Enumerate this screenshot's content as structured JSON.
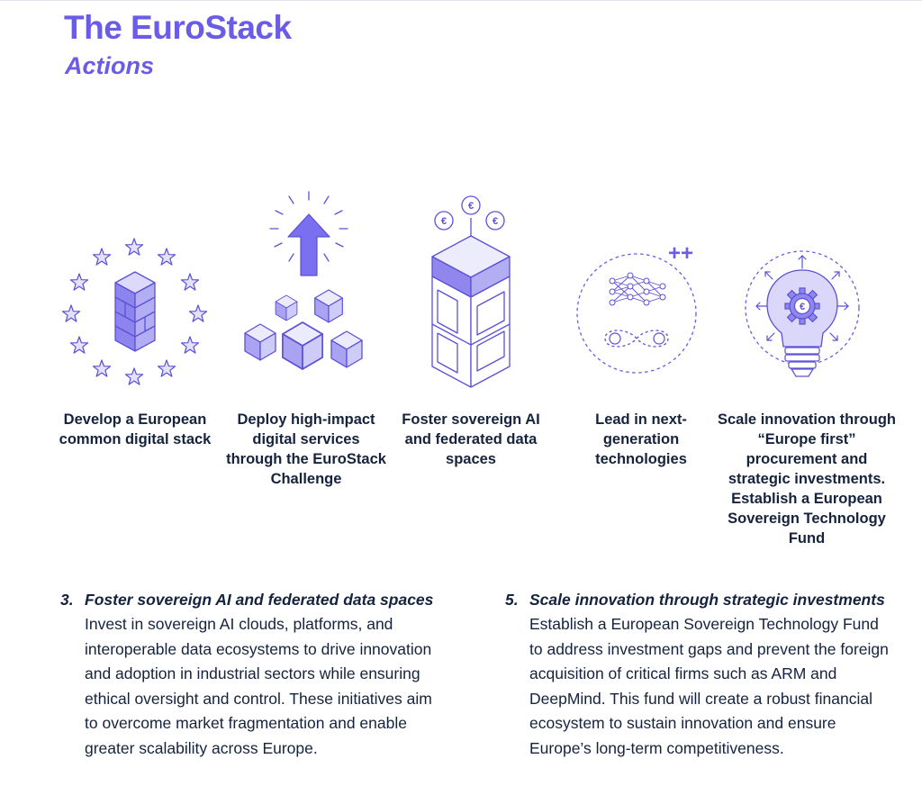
{
  "header": {
    "title": "The EuroStack",
    "subtitle": "Actions"
  },
  "actions": [
    {
      "caption": "Develop a European common digital stack",
      "icon": "server-stars-icon"
    },
    {
      "caption": "Deploy high-impact digital services through the EuroStack Challenge",
      "icon": "upward-arrow-cubes-icon"
    },
    {
      "caption": "Foster sovereign AI and federated data spaces",
      "icon": "euro-data-tower-icon"
    },
    {
      "caption": "Lead in next-generation technologies",
      "icon": "neural-network-infinity-icon"
    },
    {
      "caption": "Scale innovation through “Europe first” procurement and strategic investments. Establish a European Sovereign Technology Fund",
      "icon": "lightbulb-euro-gear-icon"
    }
  ],
  "icon_glyphs": {
    "plus_sign": "++",
    "euro_sign": "€"
  },
  "sections": [
    {
      "number": "3.",
      "heading": "Foster sovereign AI and federated data spaces",
      "body": "Invest in sovereign AI clouds, platforms, and interoperable data ecosystems to drive innovation and adoption in industrial sectors while ensuring ethical oversight and control. These initiatives aim to overcome market fragmentation and enable greater scalability across Europe."
    },
    {
      "number": "5.",
      "heading": "Scale innovation through strategic investments",
      "body": "Establish a European Sovereign Technology Fund to address investment gaps and prevent the foreign acquisition of critical firms such as ARM and DeepMind. This fund will create a robust financial ecosystem to sustain innovation and ensure Europe’s long-term competitiveness."
    }
  ],
  "colors": {
    "accent": "#6b5ce7",
    "light_fill": "#d6d6fa",
    "line": "#5b50d6",
    "text": "#15233d"
  }
}
